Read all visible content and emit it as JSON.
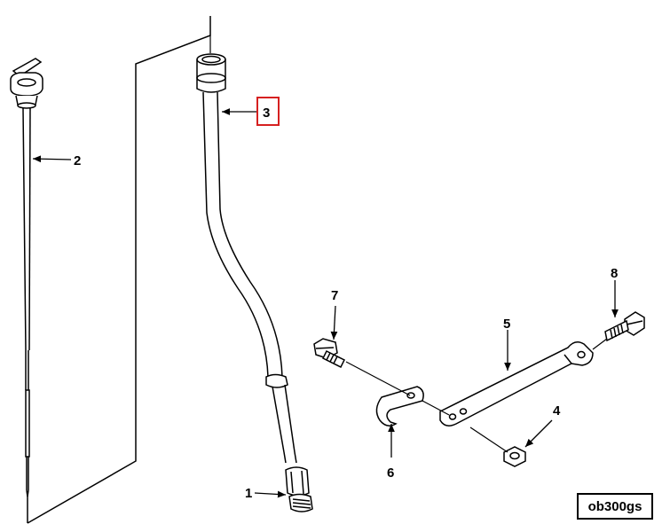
{
  "diagram": {
    "callouts": [
      {
        "id": "1",
        "label": "1"
      },
      {
        "id": "2",
        "label": "2"
      },
      {
        "id": "3",
        "label": "3",
        "highlight_color": "#d62020"
      },
      {
        "id": "4",
        "label": "4"
      },
      {
        "id": "5",
        "label": "5"
      },
      {
        "id": "6",
        "label": "6"
      },
      {
        "id": "7",
        "label": "7"
      },
      {
        "id": "8",
        "label": "8"
      }
    ],
    "reference_code": "ob300gs"
  },
  "colors": {
    "line": "#000000",
    "highlight": "#d62020",
    "background": "#ffffff"
  }
}
